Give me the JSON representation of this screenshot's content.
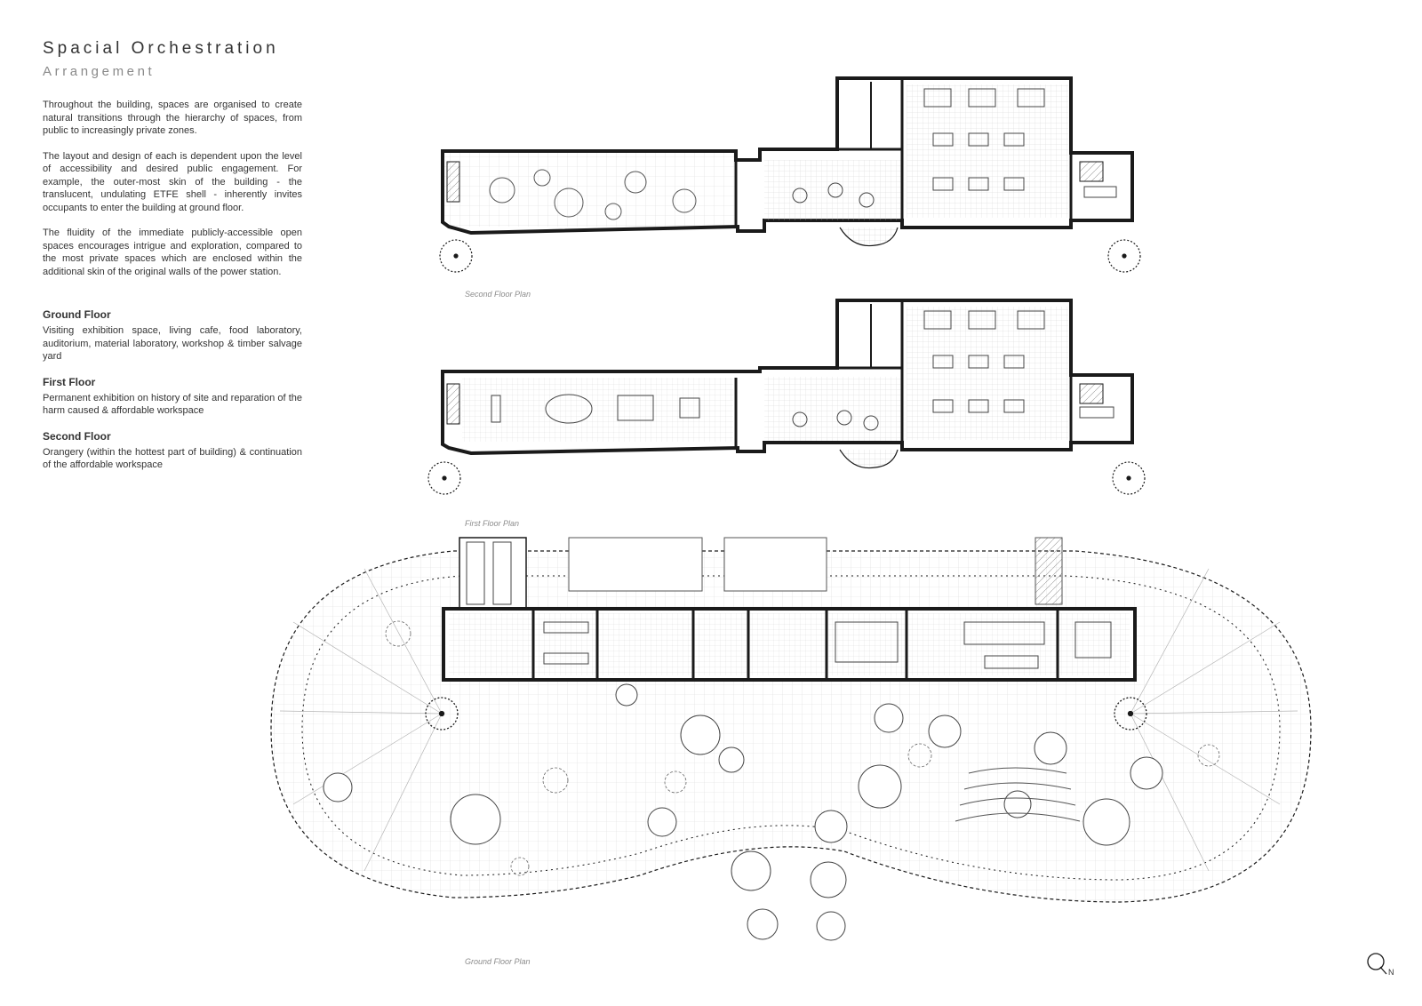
{
  "title": "Spacial Orchestration",
  "subtitle": "Arrangement",
  "paragraphs": [
    "Throughout the building, spaces are organised to create natural transitions through the hierarchy of spaces, from public to increasingly private zones.",
    "The layout and design of each is dependent upon the level of accessibility and desired public engagement. For example, the outer-most skin of the building - the translucent, undulating ETFE shell - inherently invites occupants to enter the building at ground floor.",
    "The fluidity of the immediate publicly-accessible open spaces encourages intrigue and exploration, compared to the most private spaces which are enclosed within the additional skin of the original walls of the power station."
  ],
  "floors": [
    {
      "name": "Ground Floor",
      "description": "Visiting exhibition space, living cafe, food laboratory, auditorium, material laboratory, workshop & timber salvage yard"
    },
    {
      "name": "First Floor",
      "description": "Permanent exhibition on history of site and reparation of the harm caused & affordable workspace"
    },
    {
      "name": "Second Floor",
      "description": "Orangery (within the hottest part of building) & continuation of the affordable workspace"
    }
  ],
  "plans": {
    "second": "Second Floor Plan",
    "first": "First Floor Plan",
    "ground": "Ground Floor Plan"
  },
  "north_label": "N",
  "colors": {
    "ink": "#1a1a1a",
    "grid": "#d6d6d6",
    "caption": "#8c8c8c"
  }
}
